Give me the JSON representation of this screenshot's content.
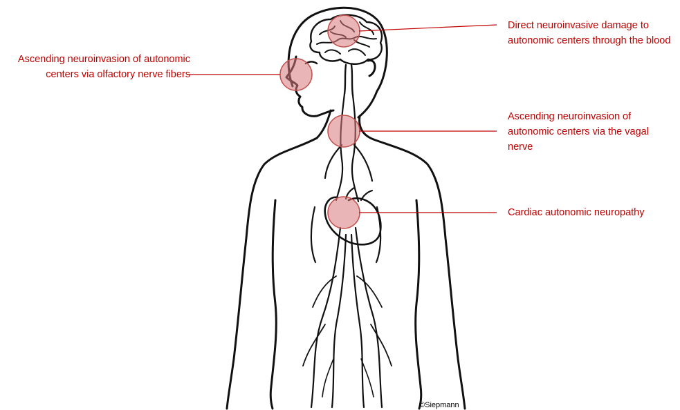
{
  "callouts": {
    "olfactory": "Ascending neuroinvasion of autonomic centers via olfactory nerve fibers",
    "blood": "Direct neuroinvasive damage to autonomic centers through the blood",
    "vagal": "Ascending neuroinvasion of autonomic centers via the vagal nerve",
    "cardiac": "Cardiac autonomic neuropathy"
  },
  "copyright": "©Siepmann",
  "colors": {
    "label_text": "#c00000",
    "leader_line": "#c00000",
    "highlight_fill": "#d9787c",
    "highlight_stroke": "#c0504d",
    "outline": "#111111"
  },
  "icons": {
    "figure": "human-body-outline-icon",
    "brain": "brain-icon",
    "heart": "heart-icon",
    "nerves": "vagal-nerve-tree-icon"
  }
}
